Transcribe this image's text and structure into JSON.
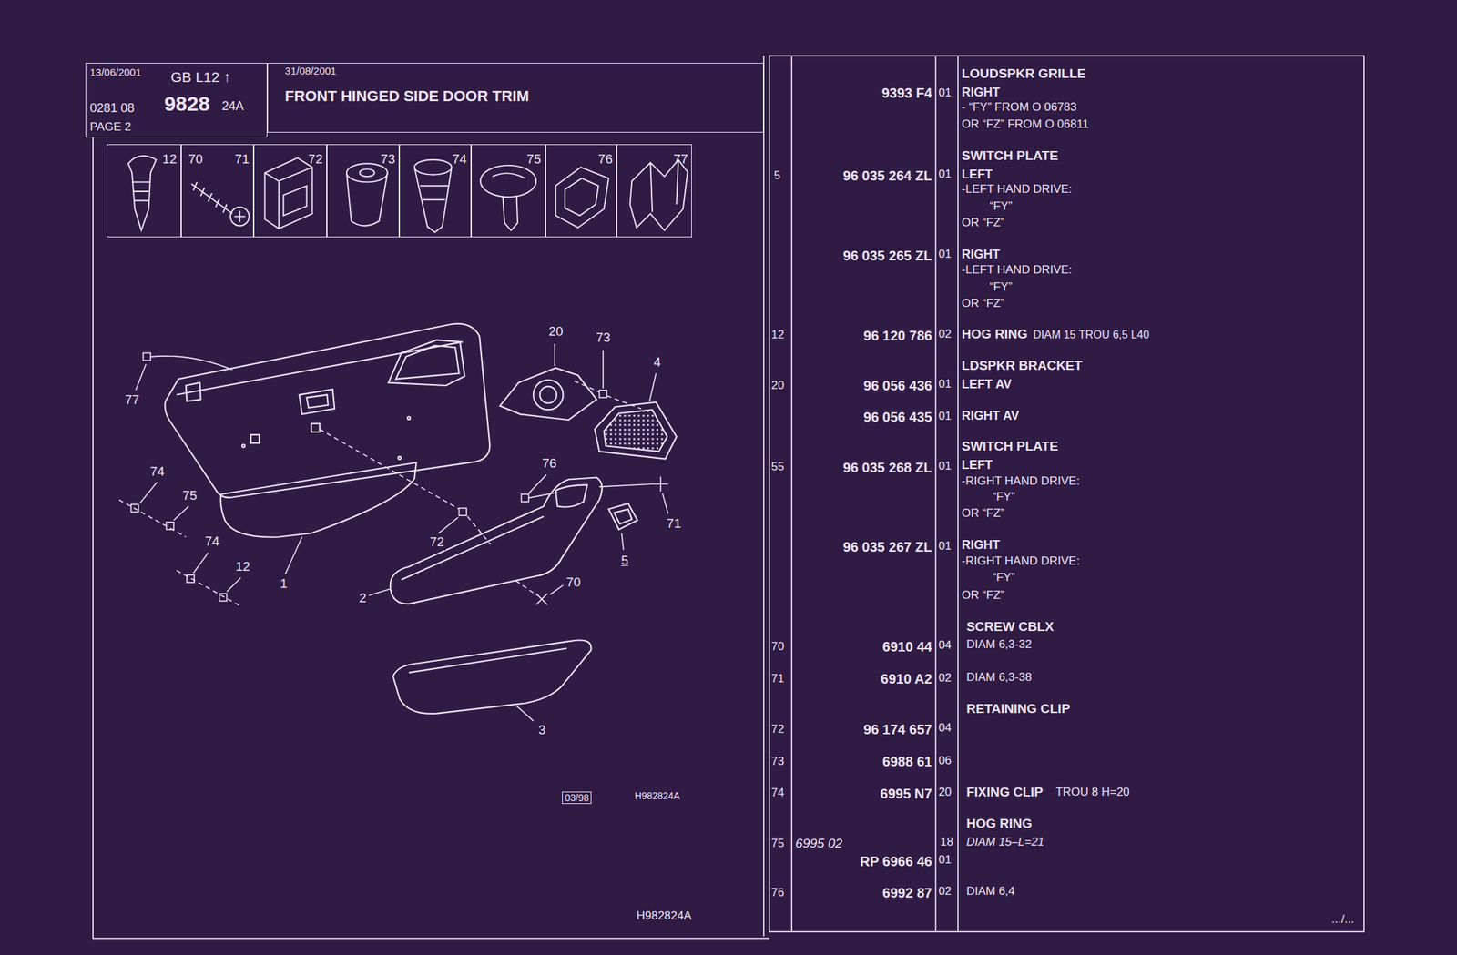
{
  "diagram": {
    "title": "FRONT HINGED SIDE DOOR TRIM",
    "nodes": [
      {
        "text": [
          "13/06/2001",
          "GB L12 ↑",
          "0281 08",
          "9828",
          "24A",
          "PAGE 2"
        ]
      },
      {
        "text": [
          "31/08/2001"
        ]
      },
      {
        "text": [
          "12"
        ]
      },
      {
        "text": [
          "70",
          "71"
        ]
      },
      {
        "text": [
          "72"
        ]
      },
      {
        "text": [
          "73"
        ]
      },
      {
        "text": [
          "74"
        ]
      },
      {
        "text": [
          "75"
        ]
      },
      {
        "text": [
          "76"
        ]
      },
      {
        "text": [
          "77"
        ]
      }
    ],
    "labels": [
      "LOUDSPKR GRILLE",
      "9393 F4",
      "01",
      "RIGHT",
      "- “FY” FROM O 06783",
      "OR “FZ” FROM O 06811",
      "SWITCH PLATE",
      "5",
      "96 035 264 ZL",
      "01",
      "LEFT",
      "-LEFT HAND DRIVE:",
      "“FY”",
      "OR “FZ”",
      "96 035 265 ZL",
      "01",
      "RIGHT",
      "-LEFT HAND DRIVE:",
      "“FY”",
      "OR “FZ”",
      "12",
      "96 120 786",
      "02",
      "HOG RING",
      "DIAM 15 TROU 6,5 L40",
      "LDSPKR BRACKET",
      "20",
      "96 056 436",
      "01",
      "LEFT AV",
      "96 056 435",
      "01",
      "RIGHT AV",
      "SWITCH PLATE",
      "55",
      "96 035 268 ZL",
      "01",
      "LEFT",
      "-RIGHT HAND DRIVE:",
      "“FY”",
      "OR “FZ”",
      "96 035 267 ZL",
      "01",
      "RIGHT",
      "-RIGHT HAND DRIVE:",
      "“FY”",
      "OR “FZ”",
      "SCREW CBLX",
      "70",
      "6910 44",
      "04",
      "DIAM 6,3-32",
      "71",
      "6910 A2",
      "02",
      "DIAM 6,3-38",
      "RETAINING CLIP",
      "72",
      "96 174 657",
      "04",
      "73",
      "6988 61",
      "06",
      "74",
      "6995 N7",
      "20",
      "FIXING CLIP",
      "TROU 8 H=20",
      "HOG RING",
      "75",
      "6995 02",
      "18",
      "DIAM 15–L=21",
      "RP 6966 46",
      "01",
      "76",
      "6992 87",
      "02",
      "DIAM 6,4",
      ".../...",
      "77",
      "74",
      "75",
      "74",
      "12",
      "1",
      "2",
      "20",
      "73",
      "4",
      "76",
      "72",
      "71",
      "5",
      "70",
      "3",
      "03/98",
      "H982824A",
      "H982824A"
    ]
  }
}
